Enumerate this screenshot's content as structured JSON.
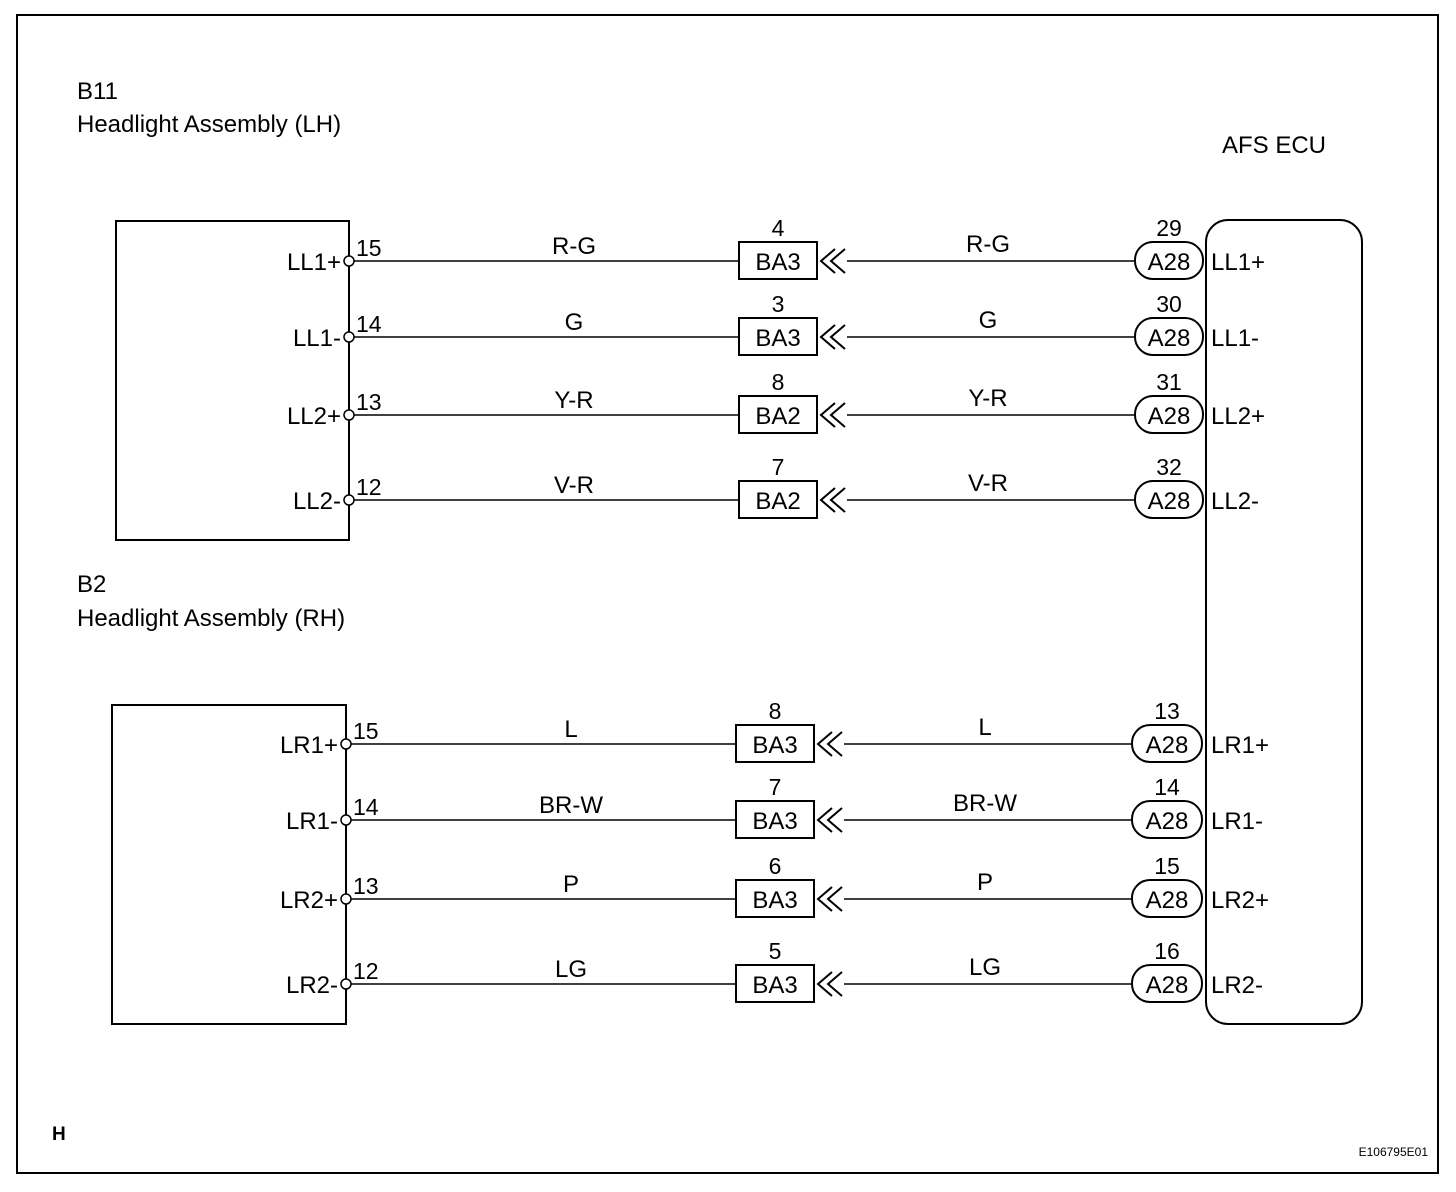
{
  "frame": {
    "corner_letter": "H",
    "figure_id": "E106795E01"
  },
  "components": {
    "lh": {
      "code": "B11",
      "name": "Headlight Assembly (LH)"
    },
    "rh": {
      "code": "B2",
      "name": "Headlight Assembly (RH)"
    },
    "ecu": {
      "name": "AFS ECU"
    }
  },
  "circuits_lh": [
    {
      "pin_name": "LL1+",
      "pin": "15",
      "wire_left": "R-G",
      "junction": "BA3",
      "junction_pin": "4",
      "wire_right": "R-G",
      "ecu_conn": "A28",
      "ecu_pin": "29",
      "ecu_name": "LL1+"
    },
    {
      "pin_name": "LL1-",
      "pin": "14",
      "wire_left": "G",
      "junction": "BA3",
      "junction_pin": "3",
      "wire_right": "G",
      "ecu_conn": "A28",
      "ecu_pin": "30",
      "ecu_name": "LL1-"
    },
    {
      "pin_name": "LL2+",
      "pin": "13",
      "wire_left": "Y-R",
      "junction": "BA2",
      "junction_pin": "8",
      "wire_right": "Y-R",
      "ecu_conn": "A28",
      "ecu_pin": "31",
      "ecu_name": "LL2+"
    },
    {
      "pin_name": "LL2-",
      "pin": "12",
      "wire_left": "V-R",
      "junction": "BA2",
      "junction_pin": "7",
      "wire_right": "V-R",
      "ecu_conn": "A28",
      "ecu_pin": "32",
      "ecu_name": "LL2-"
    }
  ],
  "circuits_rh": [
    {
      "pin_name": "LR1+",
      "pin": "15",
      "wire_left": "L",
      "junction": "BA3",
      "junction_pin": "8",
      "wire_right": "L",
      "ecu_conn": "A28",
      "ecu_pin": "13",
      "ecu_name": "LR1+"
    },
    {
      "pin_name": "LR1-",
      "pin": "14",
      "wire_left": "BR-W",
      "junction": "BA3",
      "junction_pin": "7",
      "wire_right": "BR-W",
      "ecu_conn": "A28",
      "ecu_pin": "14",
      "ecu_name": "LR1-"
    },
    {
      "pin_name": "LR2+",
      "pin": "13",
      "wire_left": "P",
      "junction": "BA3",
      "junction_pin": "6",
      "wire_right": "P",
      "ecu_conn": "A28",
      "ecu_pin": "15",
      "ecu_name": "LR2+"
    },
    {
      "pin_name": "LR2-",
      "pin": "12",
      "wire_left": "LG",
      "junction": "BA3",
      "junction_pin": "5",
      "wire_right": "LG",
      "ecu_conn": "A28",
      "ecu_pin": "16",
      "ecu_name": "LR2-"
    }
  ]
}
